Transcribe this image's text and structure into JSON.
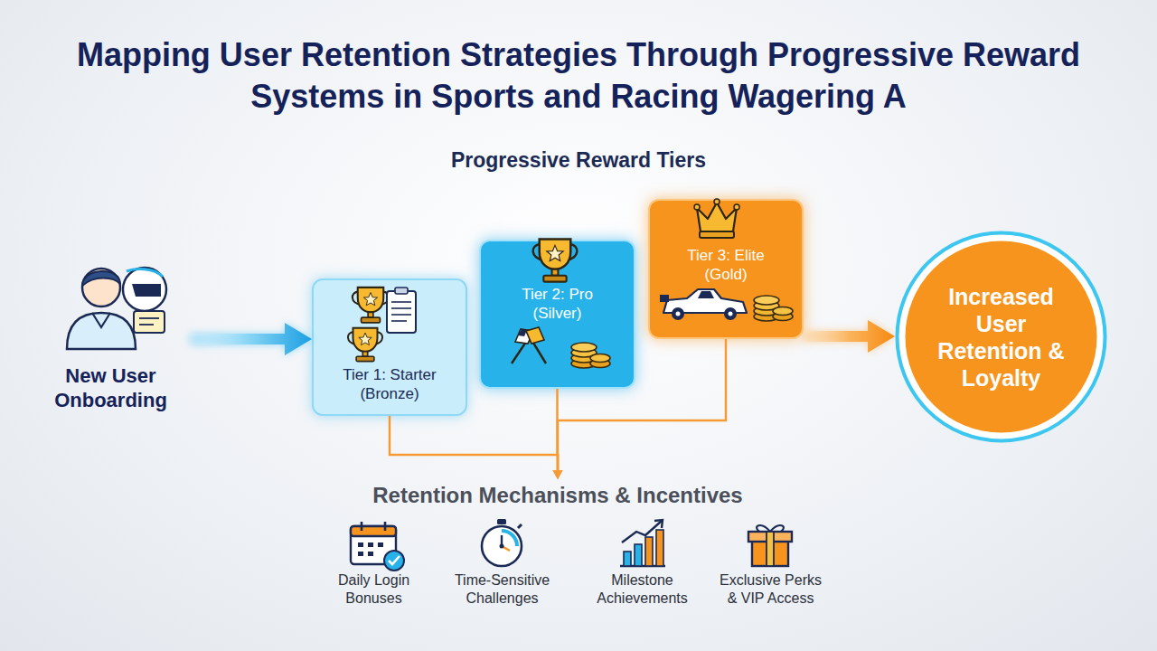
{
  "diagram": {
    "title": "Mapping User Retention Strategies Through Progressive Reward Systems in Sports and Racing Wagering A",
    "nodes": [
      {
        "text": [
          "New User Onboarding"
        ]
      },
      {
        "text": [
          "Tier 1: Starter (Bronze)"
        ]
      },
      {
        "text": [
          "Tier 2: Pro (Silver)"
        ]
      },
      {
        "text": [
          "Tier 3: Elite (Gold)"
        ]
      },
      {
        "text": [
          "Increased User Retention & Loyalty"
        ]
      },
      {
        "text": [
          "Retention Mechanisms & Incentives"
        ]
      }
    ],
    "edges": [
      {
        "from": 0,
        "to": 1,
        "arrow": "to"
      },
      {
        "from": 3,
        "to": 4,
        "arrow": "to"
      },
      {
        "from": 1,
        "to": 5,
        "arrow": "to"
      },
      {
        "from": 2,
        "to": 5,
        "arrow": "to"
      },
      {
        "from": 3,
        "to": 5,
        "arrow": "to"
      }
    ],
    "labels": [
      "Progressive Reward Tiers",
      "Daily Login Bonuses",
      "Time-Sensitive Challenges",
      "Milestone Achievements",
      "Exclusive Perks & VIP Access"
    ]
  }
}
